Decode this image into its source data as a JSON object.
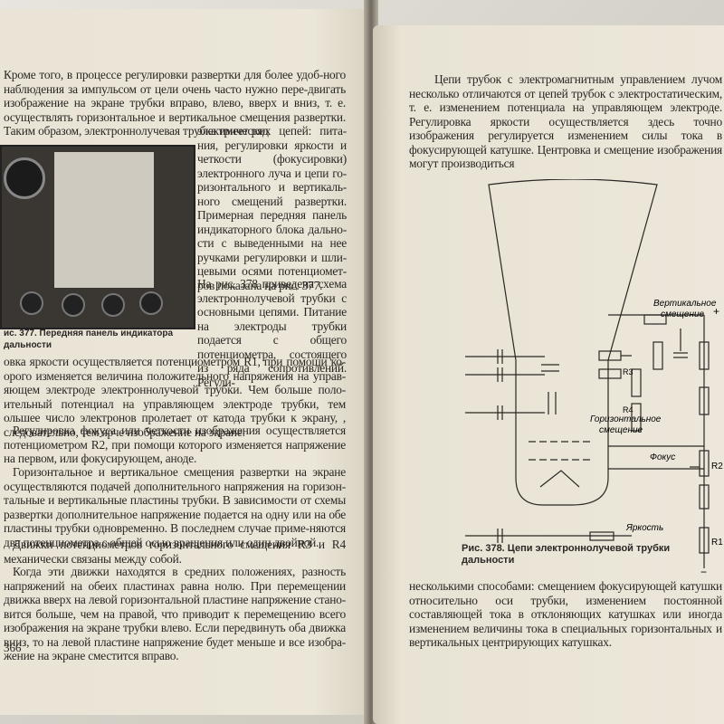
{
  "left_page": {
    "para1": "Кроме того, в процессе регулировки развертки для более удоб-ного наблюдения за импульсом от цели очень часто нужно пере-двигать изображение на экране трубки вправо, влево, вверх и вниз, т. е. осуществлять горизонтальное и вертикальное смещения развертки. Таким образом, электроннолучевая трубка имеет ряд",
    "para1_cont": "электрических цепей: пита-ния, регулировки яркости и четкости (фокусировки) электронного луча и цепи го-ризонтального и вертикаль-ного смещений развертки. Примерная передняя панель индикаторного блока дально-сти с выведенными на нее ручками регулировки и шли-цевыми осями потенциомет-ров показана на рис. 377.",
    "para2": "На рис. 378 приведена схема электроннолучевой трубки с основными цепями. Питание на электроды трубки подается с общего потенциометра, состоящего из ряда сопротивлений. Регули-",
    "figure_caption": "ис. 377. Передняя панель индикатора дальности",
    "para3": "овка яркости осуществляется потенциометром R1, при помощи ко-орого изменяется величина положительного напряжения на управ-яющем электроде электроннолучевой трубки. Чем больше поло-ительный потенциал на управляющем электроде трубки, тем ольшее число электронов пролетает от катода трубки к экрану, , следовательно, тем ярче изображение на экране.",
    "para4": "Регулировка фокуса или четкости изображения осуществляется потенциометром R2, при помощи которого изменяется напряжение на первом, или фокусирующем, аноде.",
    "para5": "Горизонтальное и вертикальное смещения развертки на экране осуществляются подачей дополнительного напряжения на горизон-тальные и вертикальные пластины трубки. В зависимости от схемы развертки дополнительное напряжение подается на одну или на обе пластины трубки одновременно. В последнем случае приме-няются два потенциометра с общей осью вращения или один двойной.",
    "para6": "Движки потенциометров горизонтального смещения R3 и R4 механически связаны между собой.",
    "para7": "Когда эти движки находятся в средних положениях, разность напряжений на обеих пластинах равна нолю. При перемещении движка вверх на левой горизонтальной пластине напряжение стано-вится больше, чем на правой, что приводит к перемещению всего изображения на экране трубки влево. Если передвинуть оба движка вниз, то на левой пластине напряжение будет меньше и все изобра-жение на экране сместится вправо.",
    "page_number": "366"
  },
  "right_page": {
    "para1": "Цепи трубок с электромагнитным управлением лучом несколько отличаются от цепей трубок с электростатическим, т. е. изменением потенциала на управляющем электроде. Регулировка яркости осуществляется здесь точно изображения регулируется изменением силы тока в фокусирующей катушке. Центровка и смещение изображения могут производиться",
    "figure_caption": "Рис. 378. Цепи электроннолучевой трубки дальности",
    "para2": "несколькими способами: смещением фокусирующей катушки относительно оси трубки, изменением постоянной составляющей тока в отклоняющих катушках или иногда изменением величины тока в специальных горизонтальных и вертикальных центрирующих катушках.",
    "diagram_labels": {
      "vertical": "Вертикальное",
      "vertical2": "смещение",
      "horizontal": "Горизонтальное",
      "horizontal2": "смещение",
      "focus": "Фокус",
      "brightness": "Яркость",
      "r1": "R1",
      "r2": "R2",
      "r3": "R3",
      "r4": "R4",
      "plus": "+",
      "minus": "−"
    }
  }
}
